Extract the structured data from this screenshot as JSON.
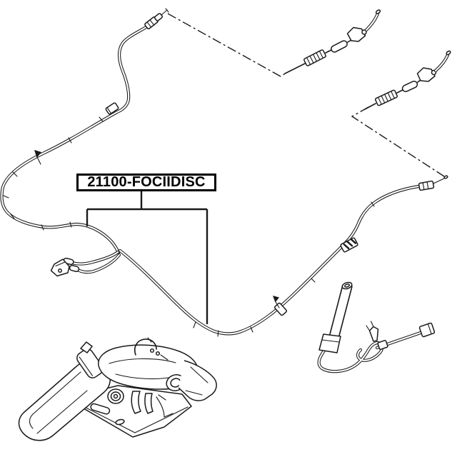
{
  "figure": {
    "type": "exploded-parts-diagram",
    "background_color": "#ffffff",
    "line_color": "#1a1a1a",
    "part_label": {
      "text": "21100-FOCIIDISC",
      "box_border_color": "#000000",
      "box_fill_color": "#ffffff",
      "text_color": "#000000"
    },
    "components": [
      "main-cable-assembly-drawing",
      "upper-left-cable-end-fitting",
      "front-cable-loop-end-fitting",
      "rear-cable-right-end-ferrule",
      "upper-adjuster-cable-end-part",
      "right-adjuster-cable-end-part",
      "equalizer-rod-part",
      "handbrake-lever-assembly",
      "leader-bracket",
      "dash-dot-leader-lines",
      "cable-clips",
      "pointer-arrows"
    ]
  }
}
